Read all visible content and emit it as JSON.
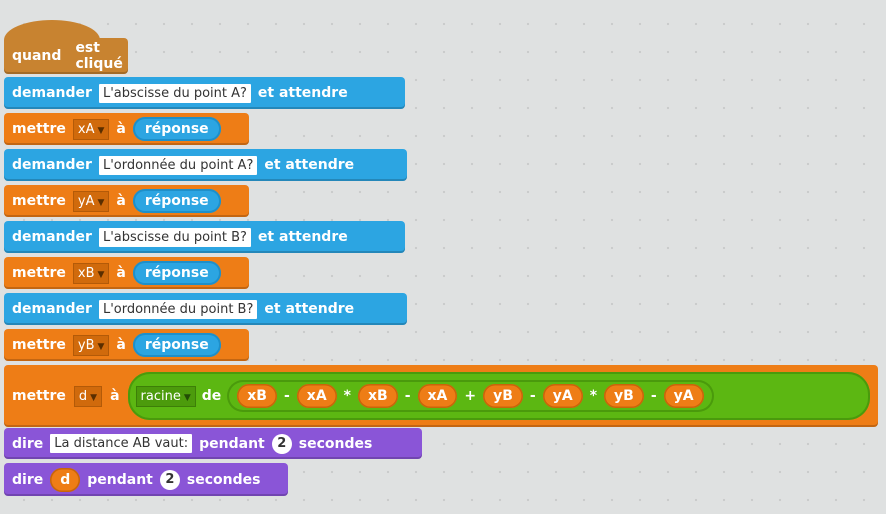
{
  "hat": {
    "left": "quand",
    "right": "est cliqué",
    "icon": "green-flag-icon",
    "color": "#4c9a1f"
  },
  "ask": [
    {
      "label": "demander",
      "text": "L'abscisse du point A?",
      "suffix": "et attendre"
    },
    {
      "label": "demander",
      "text": "L'ordonnée du point A?",
      "suffix": "et attendre"
    },
    {
      "label": "demander",
      "text": "L'abscisse du point B?",
      "suffix": "et attendre"
    },
    {
      "label": "demander",
      "text": "L'ordonnée du point B?",
      "suffix": "et attendre"
    }
  ],
  "set": [
    {
      "label": "mettre",
      "var": "xA",
      "to": "à",
      "value": "réponse"
    },
    {
      "label": "mettre",
      "var": "yA",
      "to": "à",
      "value": "réponse"
    },
    {
      "label": "mettre",
      "var": "xB",
      "to": "à",
      "value": "réponse"
    },
    {
      "label": "mettre",
      "var": "yB",
      "to": "à",
      "value": "réponse"
    }
  ],
  "setd": {
    "label": "mettre",
    "var": "d",
    "to": "à",
    "func": "racine",
    "of": "de",
    "terms": [
      "xB",
      "-",
      "xA",
      "*",
      "xB",
      "-",
      "xA",
      "+",
      "yB",
      "-",
      "yA",
      "*",
      "yB",
      "-",
      "yA"
    ]
  },
  "say1": {
    "label": "dire",
    "text": "La distance AB vaut:",
    "for": "pendant",
    "secs": "2",
    "unit": "secondes"
  },
  "say2": {
    "label": "dire",
    "var": "d",
    "for": "pendant",
    "secs": "2",
    "unit": "secondes"
  },
  "colors": {
    "events": "#c88330",
    "sensing": "#2ca5e2",
    "variables": "#ee7d16",
    "operators": "#5cb712",
    "looks": "#8a55d7"
  }
}
